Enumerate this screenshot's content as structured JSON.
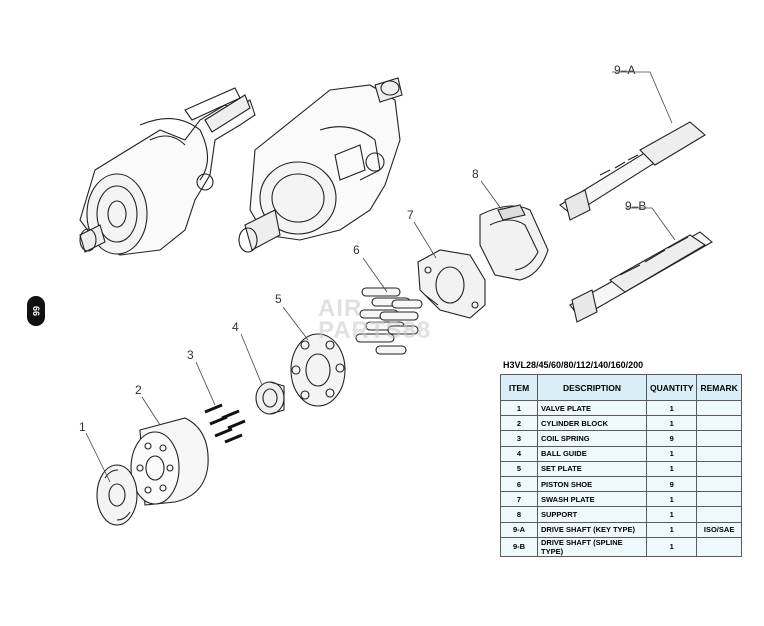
{
  "page": {
    "number": "66"
  },
  "watermark": {
    "line1": "AIR",
    "line2": "PARTS88"
  },
  "callouts": [
    "1",
    "2",
    "3",
    "4",
    "5",
    "6",
    "7",
    "8",
    "9–A",
    "9–B"
  ],
  "table": {
    "title": "H3VL28/45/60/80/112/140/160/200",
    "headers": [
      "ITEM",
      "DESCRIPTION",
      "QUANTITY",
      "REMARK"
    ],
    "rows": [
      [
        "1",
        "VALVE PLATE",
        "1",
        ""
      ],
      [
        "2",
        "CYLINDER BLOCK",
        "1",
        ""
      ],
      [
        "3",
        "COIL SPRING",
        "9",
        ""
      ],
      [
        "4",
        "BALL GUIDE",
        "1",
        ""
      ],
      [
        "5",
        "SET PLATE",
        "1",
        ""
      ],
      [
        "6",
        "PISTON SHOE",
        "9",
        ""
      ],
      [
        "7",
        "SWASH PLATE",
        "1",
        ""
      ],
      [
        "8",
        "SUPPORT",
        "1",
        ""
      ],
      [
        "9-A",
        "DRIVE SHAFT (KEY TYPE)",
        "1",
        "ISO/SAE"
      ],
      [
        "9-B",
        "DRIVE SHAFT (SPLINE TYPE)",
        "1",
        ""
      ]
    ]
  },
  "colors": {
    "header_bg": "#d9eef6",
    "cell_bg": "#eef9fc",
    "line": "#333333"
  }
}
